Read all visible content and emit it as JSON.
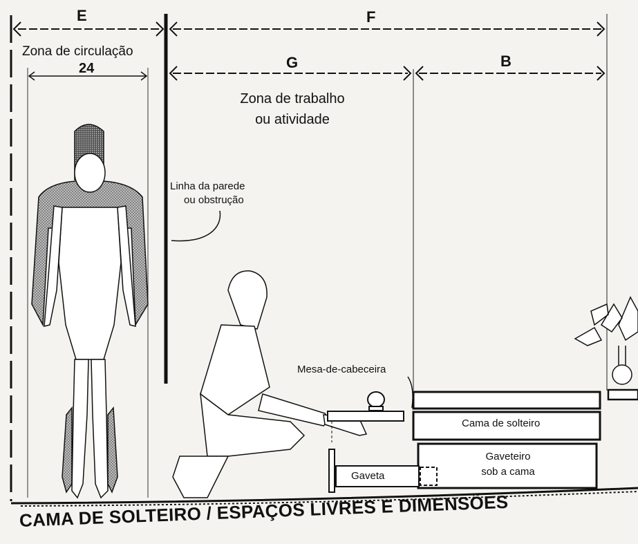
{
  "diagram": {
    "title": "CAMA DE SOLTEIRO / ESPAÇOS LIVRES E DIMENSÕES",
    "dimensions": {
      "e": "E",
      "f": "F",
      "g": "G",
      "b": "B",
      "measure_24": "24"
    },
    "zones": {
      "circulation": "Zona de circulação",
      "work_line1": "Zona de trabalho",
      "work_line2": "ou atividade"
    },
    "notes": {
      "wall_line1": "Linha da parede",
      "wall_line2": "ou obstrução"
    },
    "furniture": {
      "nightstand": "Mesa-de-cabeceira",
      "bed": "Cama de solteiro",
      "drawer": "Gaveta",
      "under_bed_line1": "Gaveteiro",
      "under_bed_line2": "sob a cama"
    }
  }
}
